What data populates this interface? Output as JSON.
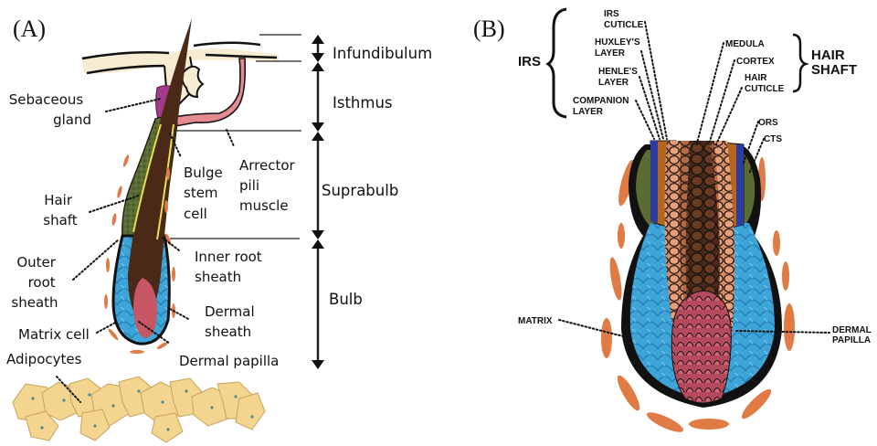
{
  "panels": {
    "a": {
      "panel_label": "(A)",
      "labels": {
        "sebaceous_gland": [
          "Sebaceous",
          "gland"
        ],
        "hair_shaft": [
          "Hair",
          "shaft"
        ],
        "outer_root_sheath": [
          "Outer",
          "root",
          "sheath"
        ],
        "matrix_cell": "Matrix cell",
        "adipocytes": "Adipocytes",
        "bulge_stem_cell": [
          "Bulge",
          "stem",
          "cell"
        ],
        "arrector_pili_muscle": [
          "Arrector",
          "pili",
          "muscle"
        ],
        "inner_root_sheath": [
          "Inner root",
          "sheath"
        ],
        "dermal_sheath": [
          "Dermal",
          "sheath"
        ],
        "dermal_papilla": "Dermal papilla"
      },
      "zones": [
        "Infundibulum",
        "Isthmus",
        "Suprabulb",
        "Bulb"
      ]
    },
    "b": {
      "panel_label": "(B)",
      "irs_group": "IRS",
      "irs_labels": [
        [
          "IRS",
          "CUTICLE"
        ],
        [
          "HUXLEY'S",
          "LAYER"
        ],
        [
          "HENLE'S",
          "LAYER"
        ],
        [
          "COMPANION",
          "LAYER"
        ]
      ],
      "hair_shaft_group": [
        "HAIR",
        "SHAFT"
      ],
      "hair_shaft_labels": [
        [
          "MEDULA"
        ],
        [
          "CORTEX"
        ],
        [
          "HAIR",
          "CUTICLE"
        ]
      ],
      "ors": "ORS",
      "cts": "CTS",
      "matrix": "MATRIX",
      "dermal_papilla": [
        "DERMAL",
        "PAPILLA"
      ]
    }
  },
  "colors": {
    "skin": "#f6ecd2",
    "hair": "#4a2a17",
    "sebaceous": "#a23c8a",
    "arrector": "#e58a90",
    "ors_green": "#5b6b34",
    "irs_yellow": "#e8df4f",
    "matrix_blue": "#3ea5d8",
    "papilla": "#c85766",
    "sheath_orange": "#e07b45",
    "adipocyte": "#f3d58f",
    "irs_blue": "#2c3d9e",
    "cortex": "#d98b62",
    "medulla": "#5b3322"
  }
}
